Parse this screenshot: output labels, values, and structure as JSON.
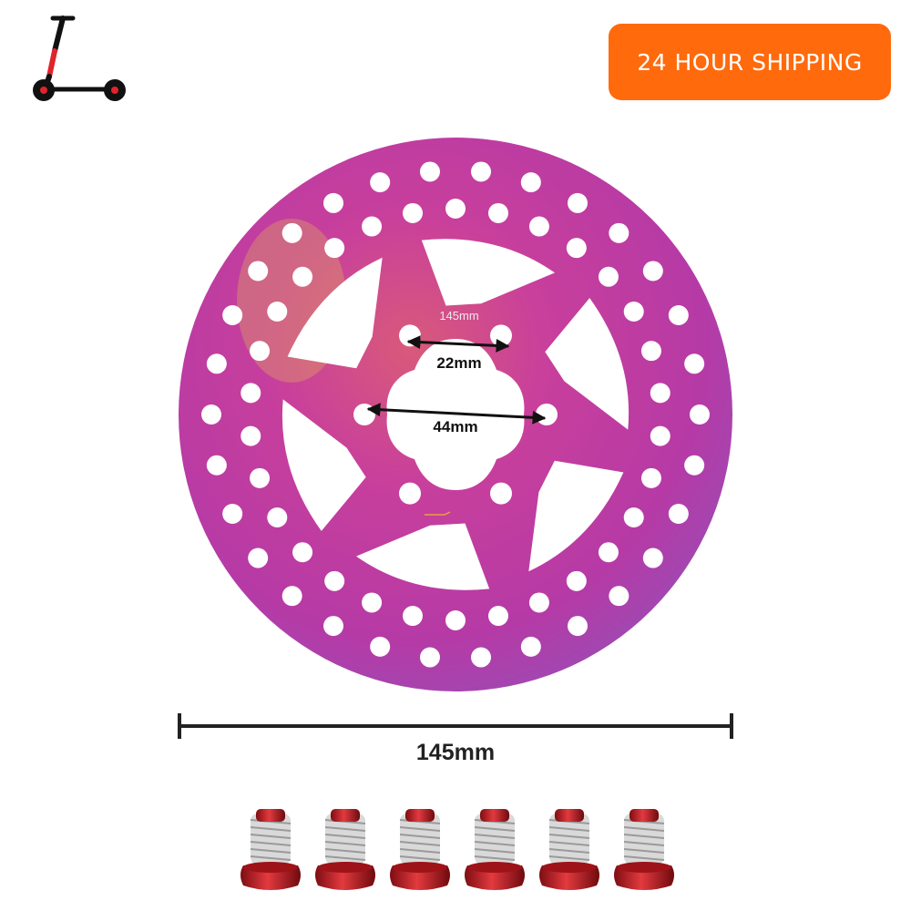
{
  "brand": {
    "logo_icon": "kick-scooter-icon"
  },
  "badge": {
    "text": "24 HOUR SHIPPING",
    "color": "#ff6a0d"
  },
  "product": {
    "name": "brake disc rotor",
    "rotor_label": "145mm",
    "inner_dimension": "22mm",
    "bolt_circle": "44mm",
    "diameter_label": "145mm",
    "bolts_icon": "red-bolt-icon",
    "bolt_count": 6,
    "colors": {
      "rotor": "#c2399a",
      "bolt": "#c81d24"
    }
  }
}
